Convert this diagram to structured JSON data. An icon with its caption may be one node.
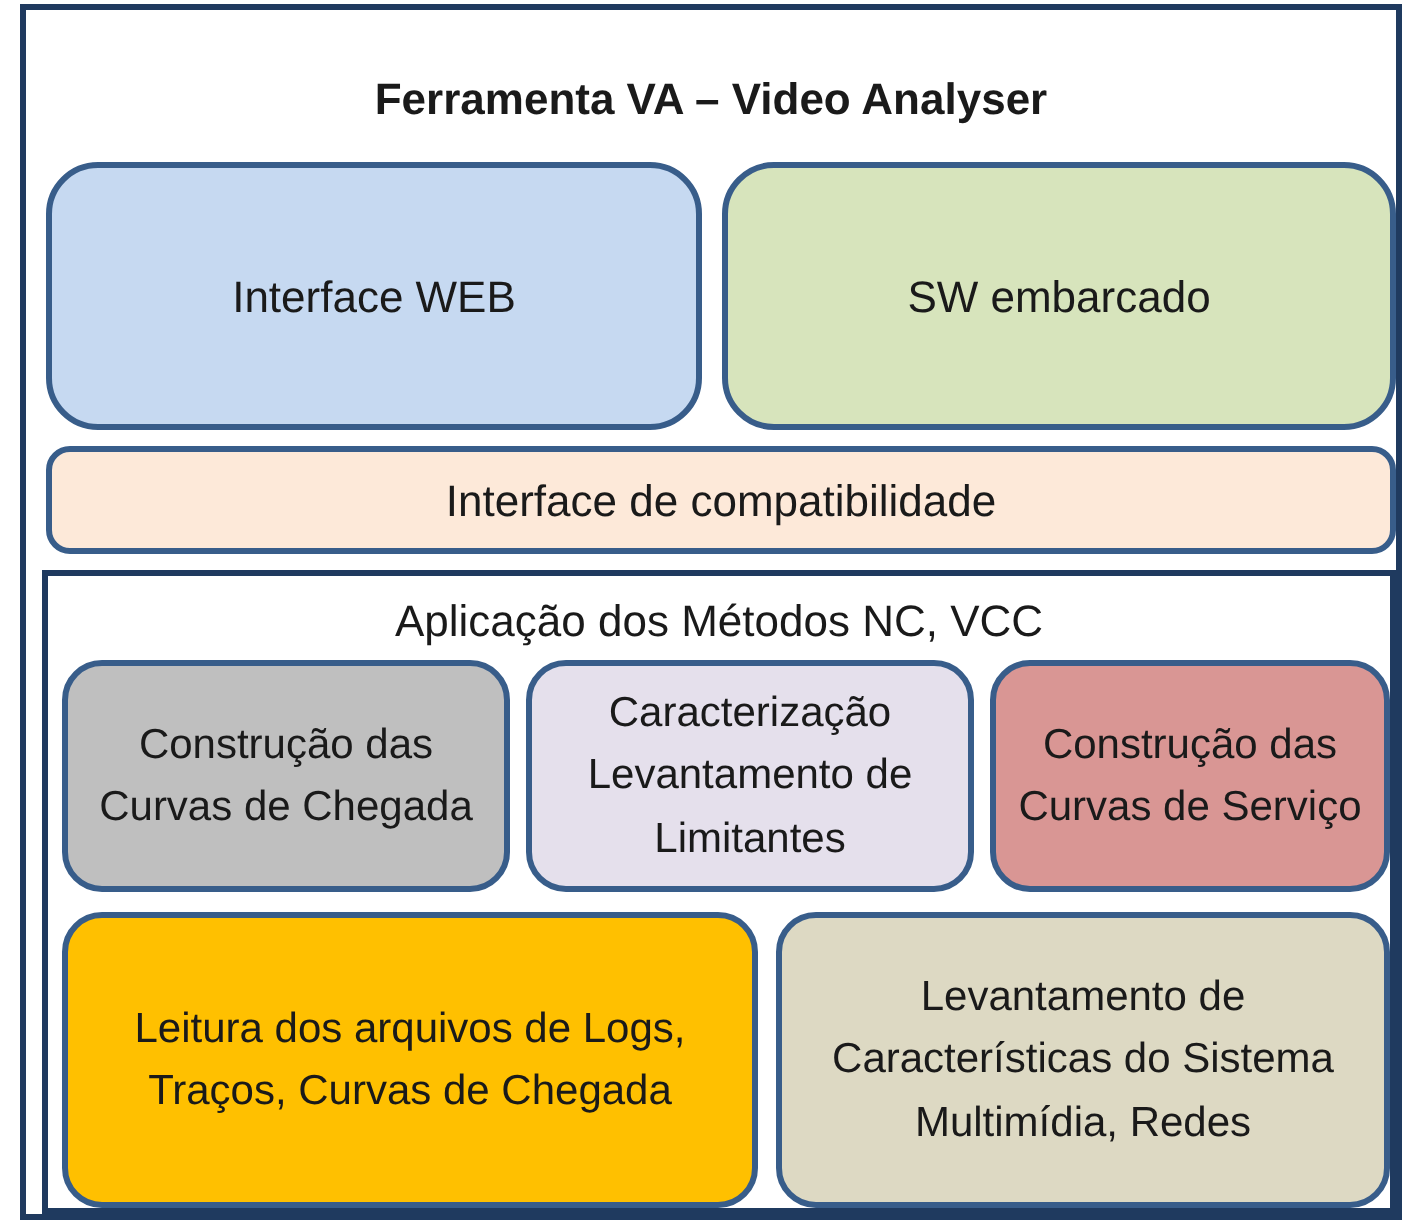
{
  "diagram": {
    "nodes": [
      {
        "text": [
          "Ferramenta VA – Video Analyser"
        ]
      },
      {
        "text": [
          "Interface WEB"
        ],
        "in": 0
      },
      {
        "text": [
          "SW embarcado"
        ],
        "in": 0
      },
      {
        "text": [
          "Interface de compatibilidade"
        ],
        "in": 0
      },
      {
        "text": [
          "Aplicação dos Métodos NC, VCC"
        ],
        "in": 0
      },
      {
        "text": [
          "Construção das Curvas de Chegada"
        ],
        "in": 4
      },
      {
        "text": [
          "Caracterização Levantamento de Limitantes"
        ],
        "in": 4
      },
      {
        "text": [
          "Construção das Curvas de Serviço"
        ],
        "in": 4
      },
      {
        "text": [
          "Leitura dos arquivos de Logs, Traços, Curvas de Chegada"
        ],
        "in": 4
      },
      {
        "text": [
          "Levantamento de Características do Sistema Multimídia, Redes"
        ],
        "in": 4
      }
    ]
  }
}
